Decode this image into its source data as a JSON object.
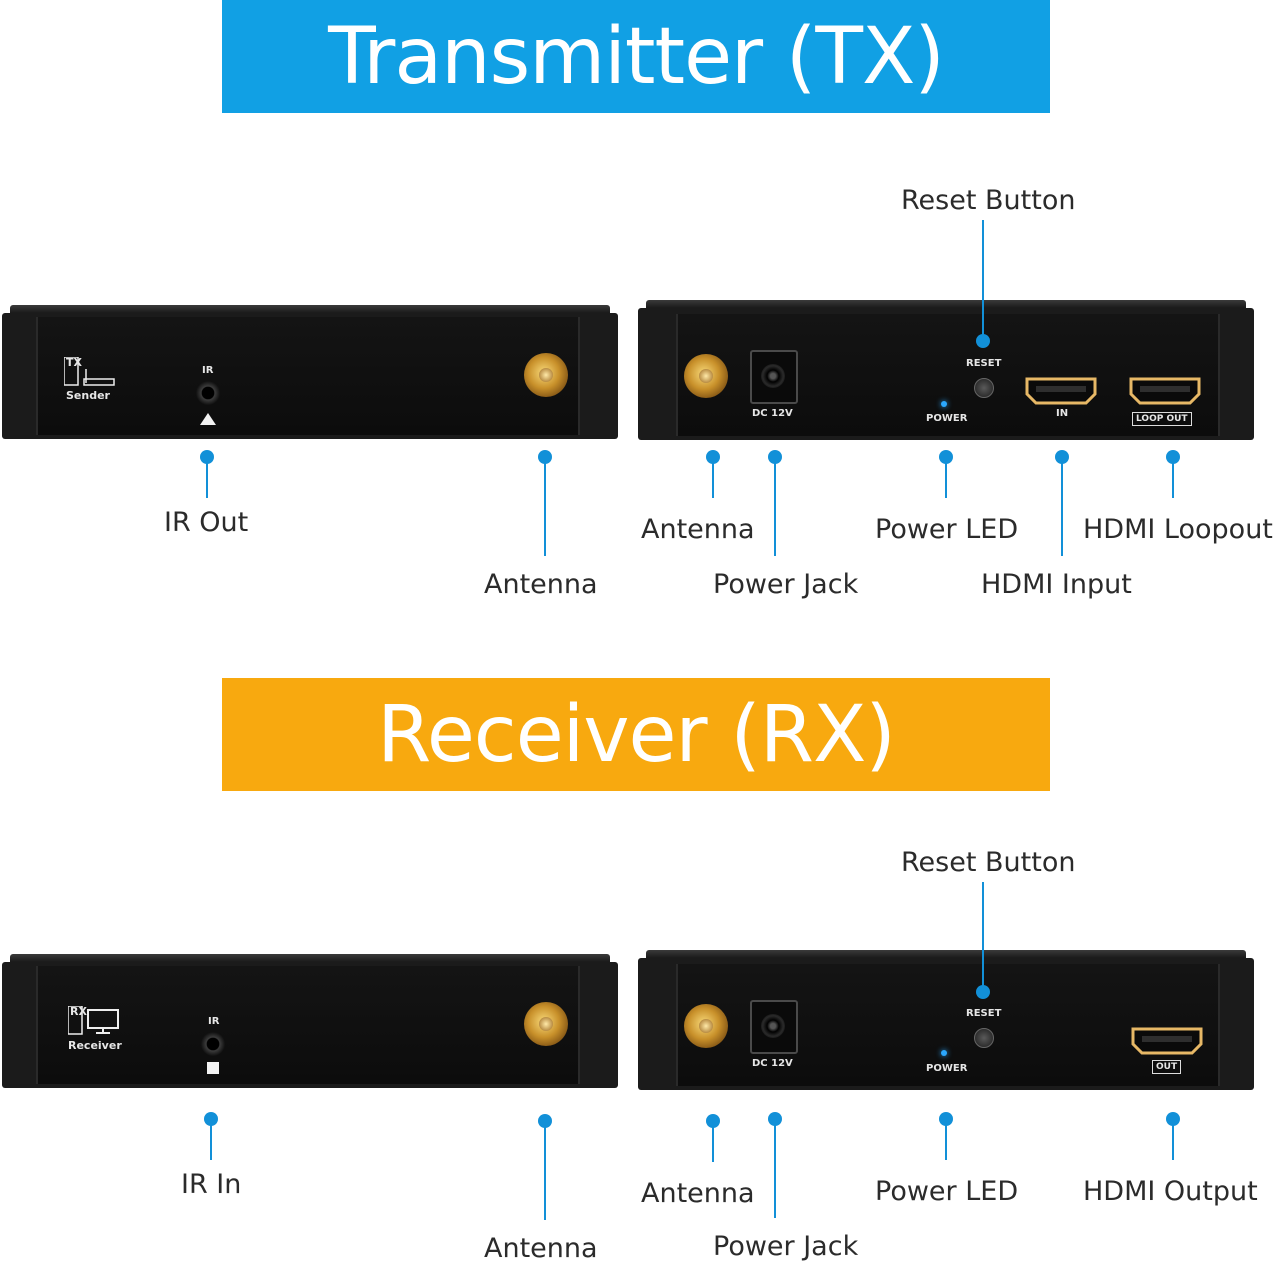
{
  "transmitter": {
    "banner": "Transmitter (TX)",
    "left_panel": {
      "logo_letters": "TX",
      "logo_caption": "Sender",
      "ir_silk": "IR"
    },
    "right_panel": {
      "dc_silk": "DC  12V",
      "power_silk": "POWER",
      "reset_silk": "RESET",
      "hdmi_in_silk": "IN",
      "hdmi_loop_silk": "LOOP OUT"
    },
    "callouts": {
      "reset_button": "Reset Button",
      "ir": "IR Out",
      "antenna_left": "Antenna",
      "antenna_right": "Antenna",
      "power_jack": "Power Jack",
      "power_led": "Power LED",
      "hdmi_input": "HDMI Input",
      "hdmi_loopout": "HDMI Loopout"
    }
  },
  "receiver": {
    "banner": "Receiver (RX)",
    "left_panel": {
      "logo_letters": "RX",
      "logo_caption": "Receiver",
      "ir_silk": "IR"
    },
    "right_panel": {
      "dc_silk": "DC  12V",
      "power_silk": "POWER",
      "reset_silk": "RESET",
      "hdmi_out_silk": "OUT"
    },
    "callouts": {
      "reset_button": "Reset Button",
      "ir": "IR In",
      "antenna_left": "Antenna",
      "antenna_right": "Antenna",
      "power_jack": "Power Jack",
      "power_led": "Power LED",
      "hdmi_output": "HDMI Output"
    }
  },
  "colors": {
    "tx_banner": "#11a0e4",
    "rx_banner": "#f8a90f",
    "callout_line": "#1290d8",
    "device_body": "#1b1b1b"
  }
}
